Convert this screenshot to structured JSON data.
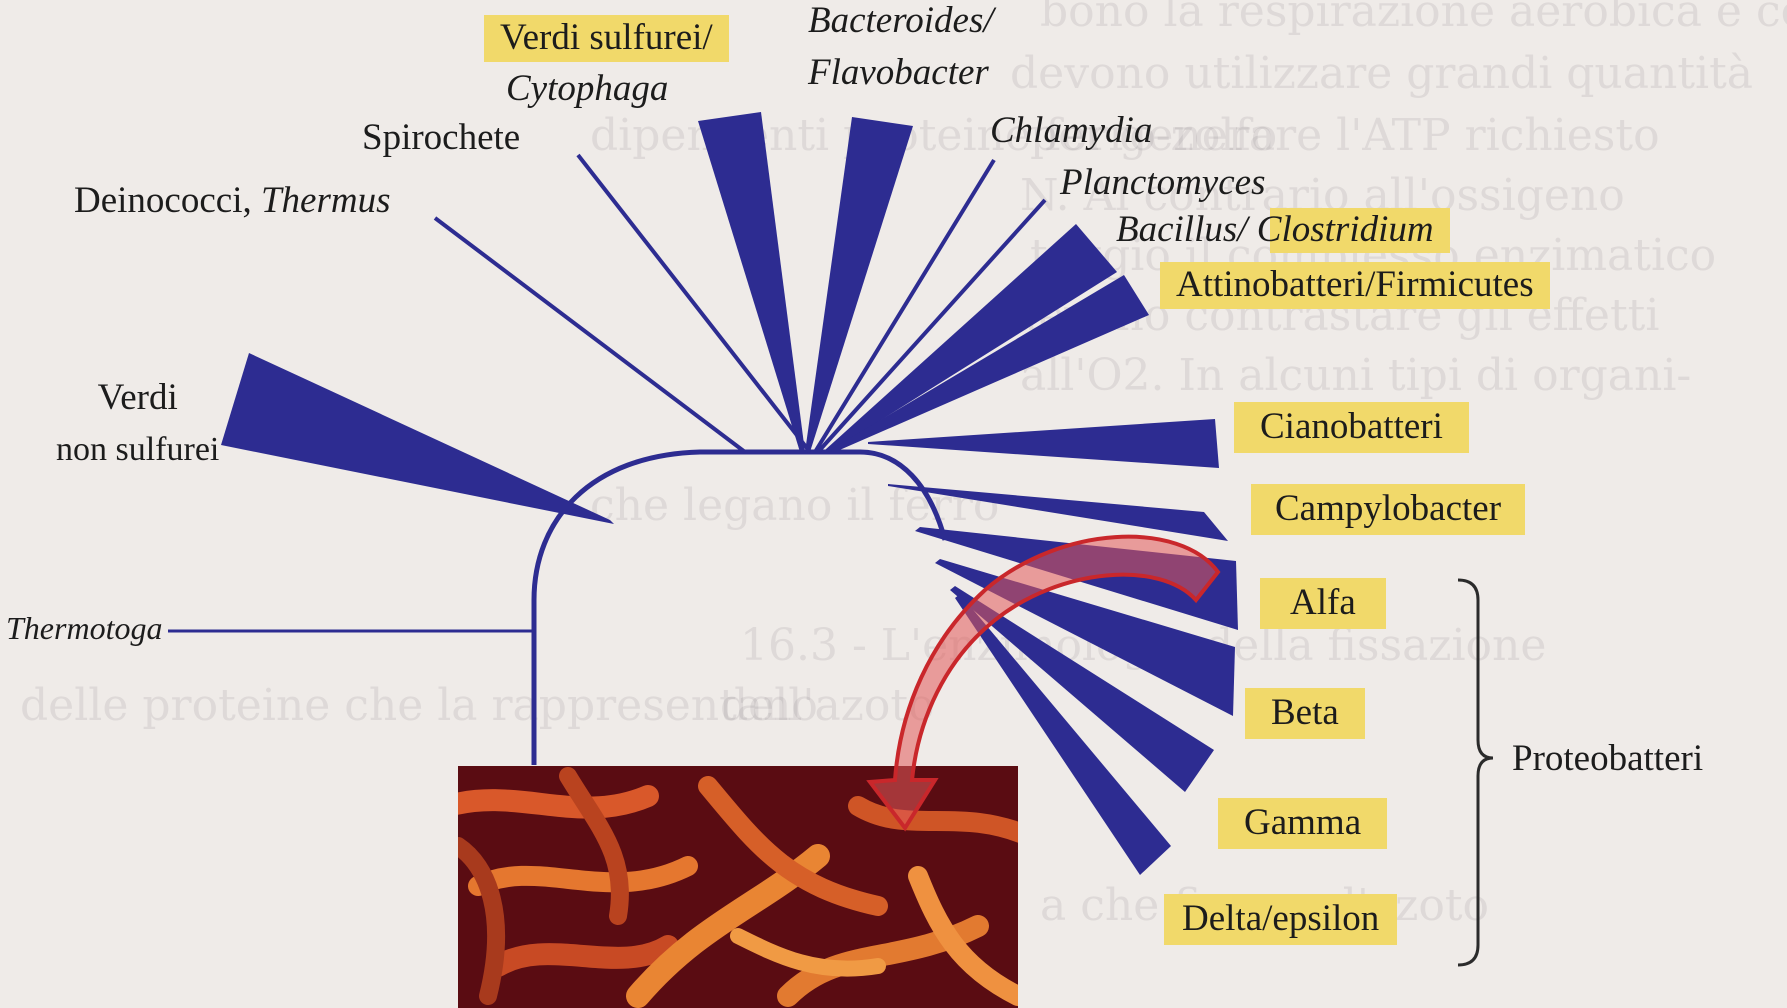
{
  "background_text": [
    "bono la respirazione aerobica e con",
    "devono utilizzare grandi quantità",
    "per generare l'ATP richiesto",
    "N. Al contrario all'ossigeno",
    "taggio il complesso enzimatico",
    "devono contrastare gli effetti",
    "all'O2. In alcuni tipi di organi-",
    "dipendenti proteine ferro-zolfo",
    "che legano il ferro",
    "16.3 - L'enzimologia della fissazione",
    "dell'azoto",
    "delle proteine che la rappresentano",
    "a che fissano l'azoto"
  ],
  "labels": {
    "green_sulfur": "Verdi sulfurei/",
    "cytophaga": "Cytophaga",
    "bacteroides": "Bacteroides/",
    "flavobacter": "Flavobacter",
    "spirochete": "Spirochete",
    "chlamydia": "Chlamydia",
    "deinococci": "Deinococci, ",
    "thermus": "Thermus",
    "planctomyces": "Planctomyces",
    "bacillus": "Bacillus/ Clostridium",
    "actino": "Attinobatteri/Firmicutes",
    "green_nonsulfur_1": "Verdi",
    "green_nonsulfur_2": "non sulfurei",
    "cyano": "Cianobatteri",
    "campylo": "Campylobacter",
    "thermotoga": "Thermotoga",
    "alfa": "Alfa",
    "beta": "Beta",
    "gamma": "Gamma",
    "delta": "Delta/epsilon",
    "proteo": "Proteobatteri"
  },
  "colors": {
    "branch": "#2d2c91",
    "label_highlight": "#f1d96a",
    "arrow": "#c9272b",
    "photo_bg": "#5a0c12",
    "bacteria": "#e06a2c"
  },
  "photo": {
    "subject": "rod-shaped bacteria micrograph"
  }
}
